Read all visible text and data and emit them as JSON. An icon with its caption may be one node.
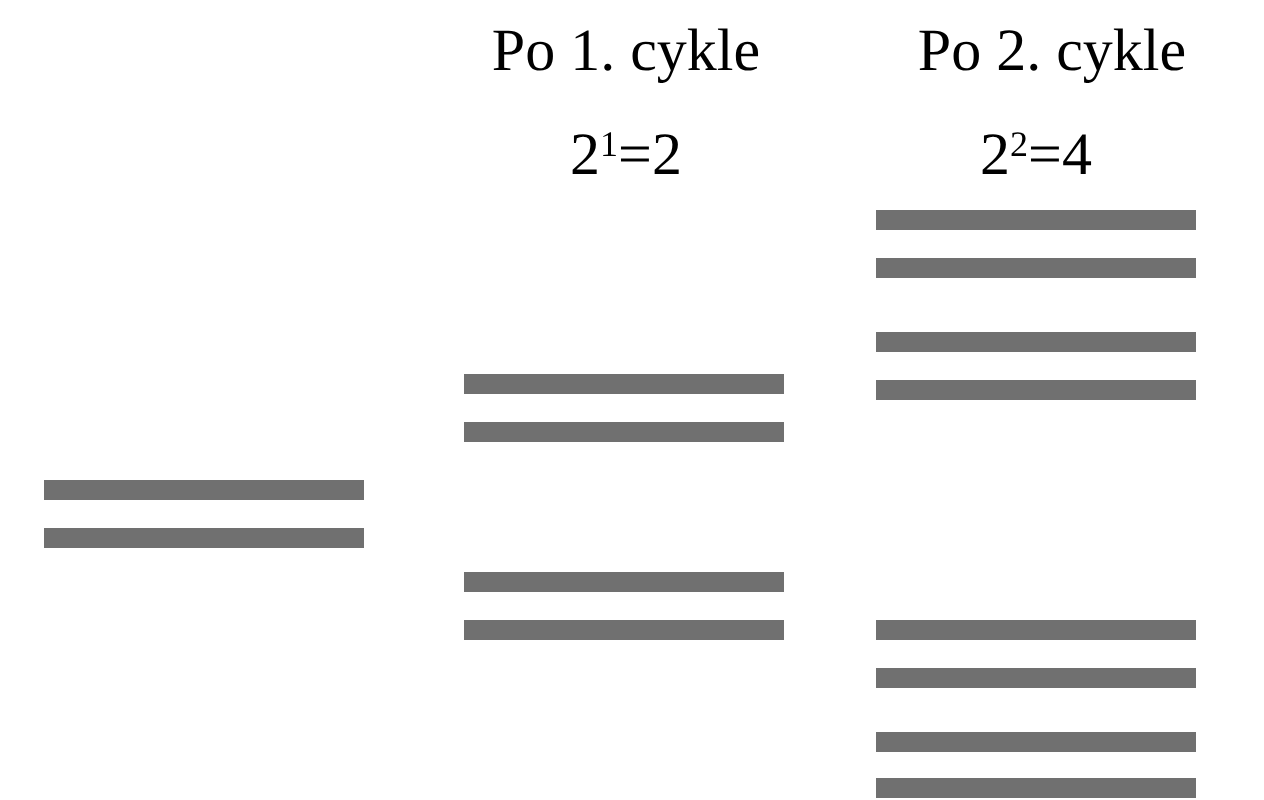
{
  "diagram": {
    "nodes": [
      {
        "text": [],
        "shape": "bar"
      },
      {
        "text": [],
        "shape": "bar"
      },
      {
        "text": [],
        "shape": "bar"
      },
      {
        "text": [],
        "shape": "bar"
      },
      {
        "text": [],
        "shape": "bar"
      },
      {
        "text": [],
        "shape": "bar"
      },
      {
        "text": [],
        "shape": "bar"
      },
      {
        "text": [],
        "shape": "bar"
      },
      {
        "text": [],
        "shape": "bar"
      },
      {
        "text": [],
        "shape": "bar"
      },
      {
        "text": [],
        "shape": "bar"
      },
      {
        "text": [],
        "shape": "bar"
      },
      {
        "text": [],
        "shape": "bar"
      },
      {
        "text": [],
        "shape": "bar"
      }
    ],
    "labels": [
      "Po 1. cykle",
      "2$^{1}$=2",
      "Po 2. cykle",
      "2$^{2}$=4"
    ]
  }
}
